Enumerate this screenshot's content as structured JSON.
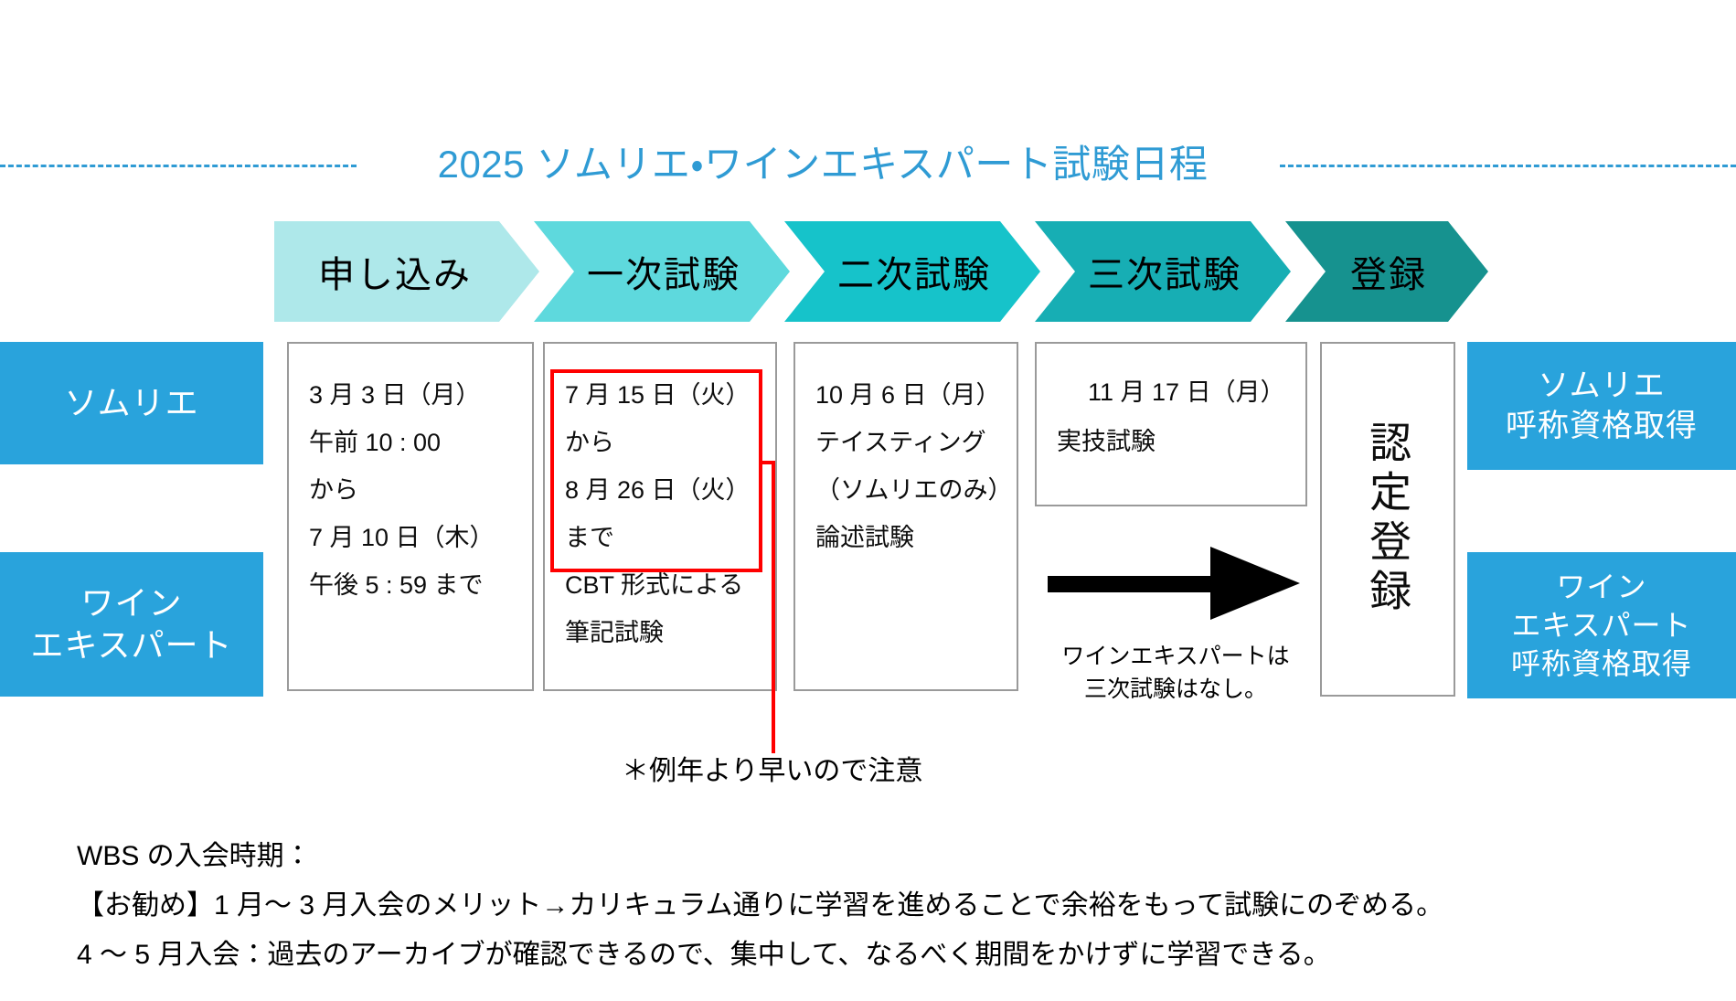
{
  "title": "2025 ソムリエ・ワインエキスパート試験日程",
  "colors": {
    "title_blue": "#2f9bd4",
    "tag_blue": "#29a3dc",
    "highlight_red": "#ff0000",
    "chev1": "#aee8ea",
    "chev2": "#5ed9dd",
    "chev3": "#16c3ca",
    "chev4": "#17aeb4",
    "chev5": "#16928f"
  },
  "stages": [
    {
      "label": "申し込み",
      "fill": "#aee8ea"
    },
    {
      "label": "一次試験",
      "fill": "#5ed9dd"
    },
    {
      "label": "二次試験",
      "fill": "#16c3ca"
    },
    {
      "label": "三次試験",
      "fill": "#17aeb4"
    },
    {
      "label": "登録",
      "fill": "#16928f"
    }
  ],
  "side_labels": {
    "left_top": "ソムリエ",
    "left_bottom_line1": "ワイン",
    "left_bottom_line2": "エキスパート",
    "right_top_line1": "ソムリエ",
    "right_top_line2": "呼称資格取得",
    "right_bottom_line1": "ワイン",
    "right_bottom_line2": "エキスパート",
    "right_bottom_line3": "呼称資格取得"
  },
  "boxes": {
    "apply": {
      "lines": [
        "3 月 3 日（月）",
        "午前 10 : 00",
        "から",
        "7 月 10 日（木）",
        "午後 5 : 59 まで"
      ]
    },
    "exam1": {
      "lines": [
        "7 月 15 日（火）",
        "から",
        "8 月 26 日（火）",
        "まで",
        "CBT 形式による",
        "筆記試験"
      ]
    },
    "exam2": {
      "lines": [
        "10 月 6 日（月）",
        "テイスティング",
        "（ソムリエのみ）",
        "論述試験"
      ]
    },
    "exam3": {
      "lines": [
        "11 月 17 日（月）",
        "実技試験"
      ]
    },
    "register": {
      "vertical_text": "認定登録"
    }
  },
  "annotations": {
    "asterisk_note": "＊例年より早いので注意",
    "arrow_note_line1": "ワインエキスパートは",
    "arrow_note_line2": "三次試験はなし。"
  },
  "footer": {
    "line1": "WBS の入会時期：",
    "line2": "【お勧め】1 月〜 3 月入会のメリット→カリキュラム通りに学習を進めることで余裕をもって試験にのぞめる。",
    "line3": "4 〜 5 月入会：過去のアーカイブが確認できるので、集中して、なるべく期間をかけずに学習できる。"
  }
}
